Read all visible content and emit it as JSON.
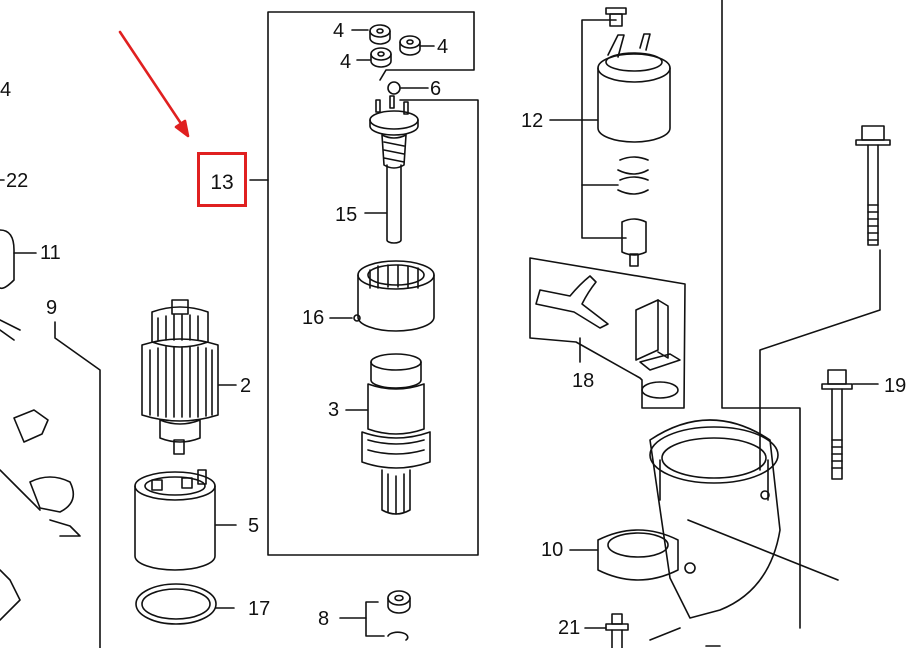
{
  "diagram": {
    "highlight_color": "#e02020",
    "highlighted_part": "13",
    "part_labels": {
      "p4a": "4",
      "p4b": "4",
      "p4c": "4",
      "p4left": "4",
      "p6": "6",
      "p12": "12",
      "p13": "13",
      "p15": "15",
      "p16": "16",
      "p3": "3",
      "p2": "2",
      "p5": "5",
      "p17": "17",
      "p8": "8",
      "p9": "9",
      "p11": "11",
      "p22": "22",
      "p18": "18",
      "p19": "19",
      "p10": "10",
      "p21": "21"
    }
  }
}
